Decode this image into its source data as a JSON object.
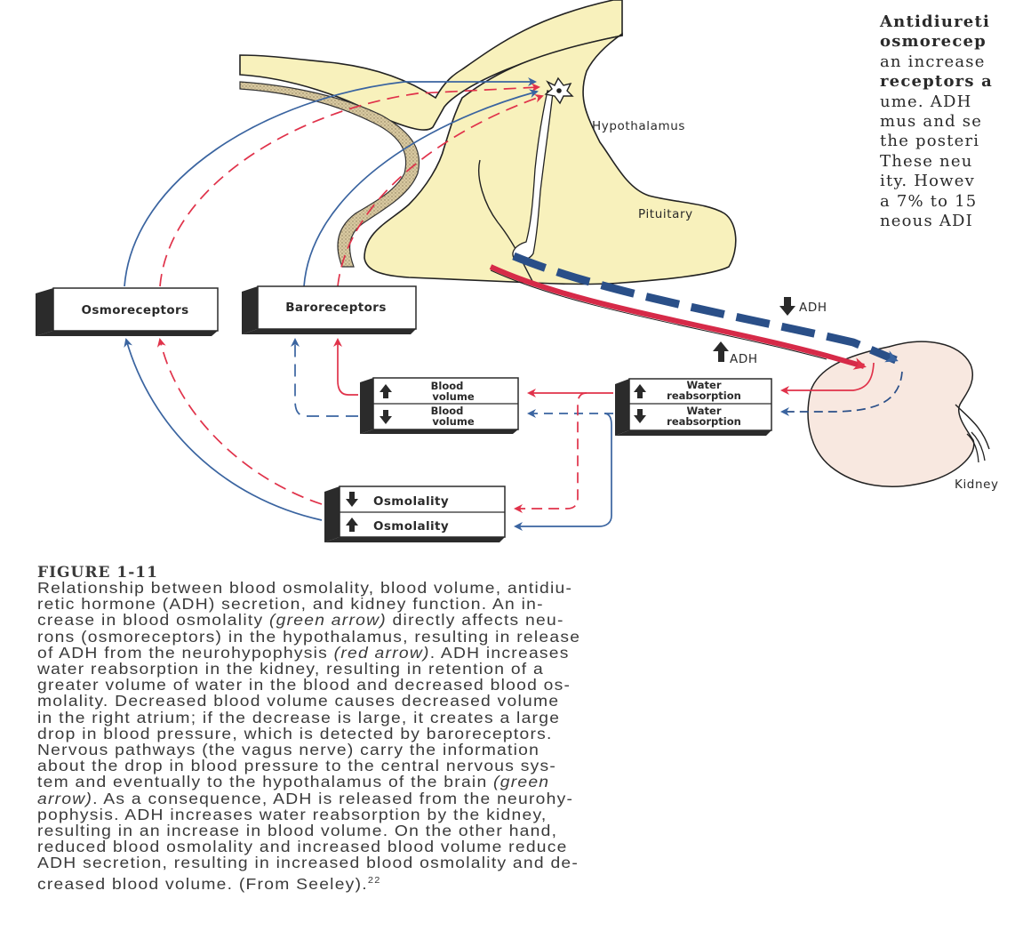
{
  "side_text": {
    "lines": [
      {
        "text": "Antidiureti",
        "bold": true
      },
      {
        "text": "osmorecep",
        "bold": true
      },
      {
        "text": "an increase",
        "bold": false
      },
      {
        "text": "receptors a",
        "bold": true
      },
      {
        "text": "ume. ADH",
        "bold": false
      },
      {
        "text": "mus and se",
        "bold": false
      },
      {
        "text": "the posteri",
        "bold": false
      },
      {
        "text": "These neu",
        "bold": false
      },
      {
        "text": "ity. Howev",
        "bold": false
      },
      {
        "text": "a 7% to 15",
        "bold": false
      },
      {
        "text": "neous ADI",
        "bold": false
      }
    ]
  },
  "diagram": {
    "labels": {
      "hypothalamus": "Hypothalamus",
      "pituitary": "Pituitary",
      "kidney": "Kidney",
      "adh_down": "ADH",
      "adh_up": "ADH"
    },
    "boxes": {
      "osmoreceptors": "Osmoreceptors",
      "baroreceptors": "Baroreceptors",
      "blood_volume_up": [
        "Blood",
        "volume"
      ],
      "blood_volume_down": [
        "Blood",
        "volume"
      ],
      "water_reabsorption_up": [
        "Water",
        "reabsorption"
      ],
      "water_reabsorption_down": [
        "Water",
        "reabsorption"
      ],
      "osmolality_down": "Osmolality",
      "osmolality_up": "Osmolality"
    },
    "colors": {
      "red_pathway": "#e0324a",
      "blue_pathway": "#3a64a0",
      "brain_tissue": "#f8f1bc",
      "kidney_fill": "#f8e8e0",
      "box_shadow": "#2b2b2b"
    }
  },
  "caption": {
    "figure_label": "FIGURE 1-11",
    "lines": [
      [
        {
          "t": "Relationship between blood osmolality, blood volume, antidiu-"
        }
      ],
      [
        {
          "t": "retic hormone (ADH) secretion, and kidney function. An in-"
        }
      ],
      [
        {
          "t": "crease in blood osmolality "
        },
        {
          "t": "(green arrow)",
          "i": true
        },
        {
          "t": " directly affects neu-"
        }
      ],
      [
        {
          "t": "rons (osmoreceptors) in the hypothalamus, resulting in release"
        }
      ],
      [
        {
          "t": "of ADH from the neurohypophysis "
        },
        {
          "t": "(red arrow)",
          "i": true
        },
        {
          "t": ". ADH increases"
        }
      ],
      [
        {
          "t": "water reabsorption in the kidney, resulting in retention of a"
        }
      ],
      [
        {
          "t": "greater volume of water in the blood and decreased blood os-"
        }
      ],
      [
        {
          "t": "molality. Decreased blood volume causes decreased volume"
        }
      ],
      [
        {
          "t": "in the right atrium; if the decrease is large, it creates a large"
        }
      ],
      [
        {
          "t": "drop in blood pressure, which is detected by baroreceptors."
        }
      ],
      [
        {
          "t": "Nervous pathways (the vagus nerve) carry the information"
        }
      ],
      [
        {
          "t": "about the drop in blood pressure to the central nervous sys-"
        }
      ],
      [
        {
          "t": "tem and eventually to the hypothalamus of the brain "
        },
        {
          "t": "(green",
          "i": true
        }
      ],
      [
        {
          "t": "arrow)",
          "i": true
        },
        {
          "t": ". As a consequence, ADH is released from the neurohy-"
        }
      ],
      [
        {
          "t": "pophysis. ADH increases water reabsorption by the kidney,"
        }
      ],
      [
        {
          "t": "resulting in an increase in blood volume. On the other hand,"
        }
      ],
      [
        {
          "t": "reduced blood osmolality and increased blood volume reduce"
        }
      ],
      [
        {
          "t": "ADH secretion, resulting in increased blood osmolality and de-"
        }
      ],
      [
        {
          "t": "creased blood volume. (From Seeley)."
        },
        {
          "t": "22",
          "sup": true
        }
      ]
    ]
  }
}
